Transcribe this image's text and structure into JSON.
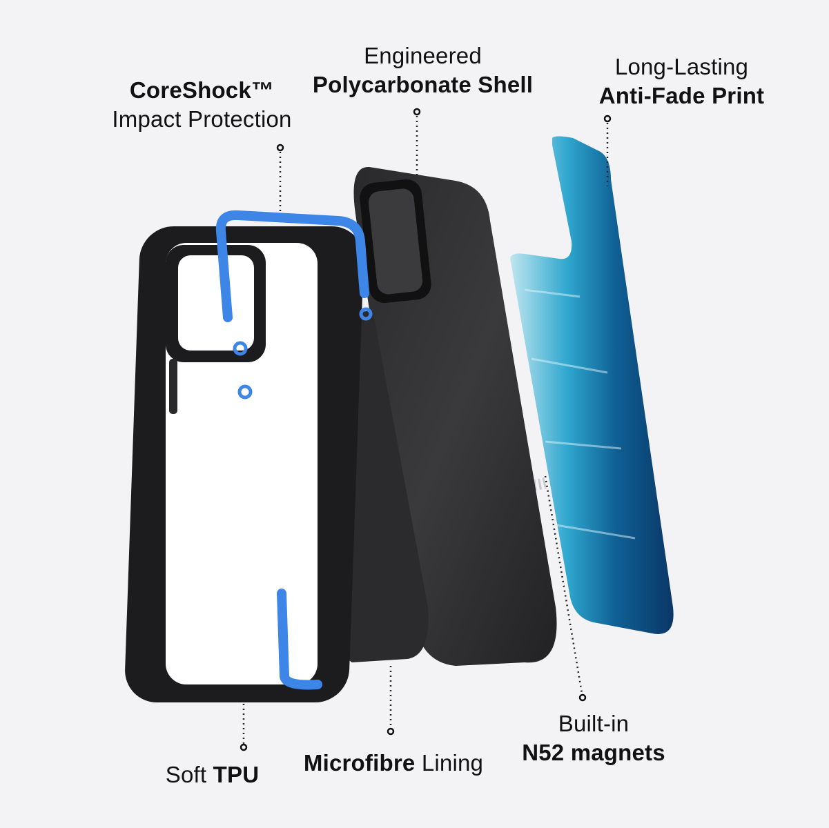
{
  "labels": {
    "coreshock": {
      "bold": "CoreShock™",
      "regular": "Impact Protection"
    },
    "shell": {
      "regular": "Engineered",
      "bold": "Polycarbonate Shell"
    },
    "print": {
      "regular": "Long-Lasting",
      "bold": "Anti-Fade Print"
    },
    "tpu": {
      "regular": "Soft",
      "bold": "TPU"
    },
    "lining": {
      "bold": "Microfibre",
      "regular": "Lining"
    },
    "magnets": {
      "regular": "Built-in",
      "bold": "N52 magnets"
    }
  },
  "colors": {
    "background": "#f3f3f6",
    "bumper_blue": "#3d86e8",
    "case_black": "#1c1c1e",
    "print_blue": "#1a8fc4"
  }
}
